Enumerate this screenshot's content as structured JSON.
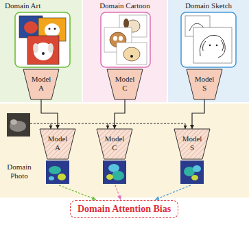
{
  "diagram": {
    "nodes": [
      {
        "text": [
          "Domain Art"
        ]
      },
      {
        "text": [
          "Model A"
        ],
        "in": 0
      },
      {
        "text": [
          "Domain Cartoon"
        ]
      },
      {
        "text": [
          "Model C"
        ],
        "in": 2
      },
      {
        "text": [
          "Domain Sketch"
        ]
      },
      {
        "text": [
          "Model S"
        ],
        "in": 4
      },
      {
        "text": [
          "Domain Photo"
        ]
      },
      {
        "text": [
          "Model A"
        ],
        "in": 6
      },
      {
        "text": [
          "Model C"
        ],
        "in": 6
      },
      {
        "text": [
          "Model S"
        ],
        "in": 6
      },
      {
        "text": [
          "Domain Attention Bias"
        ]
      }
    ],
    "edges": [
      {
        "from": 1,
        "to": 7,
        "arrow": "to"
      },
      {
        "from": 3,
        "to": 8,
        "arrow": "to"
      },
      {
        "from": 5,
        "to": 9,
        "arrow": "to"
      }
    ]
  }
}
